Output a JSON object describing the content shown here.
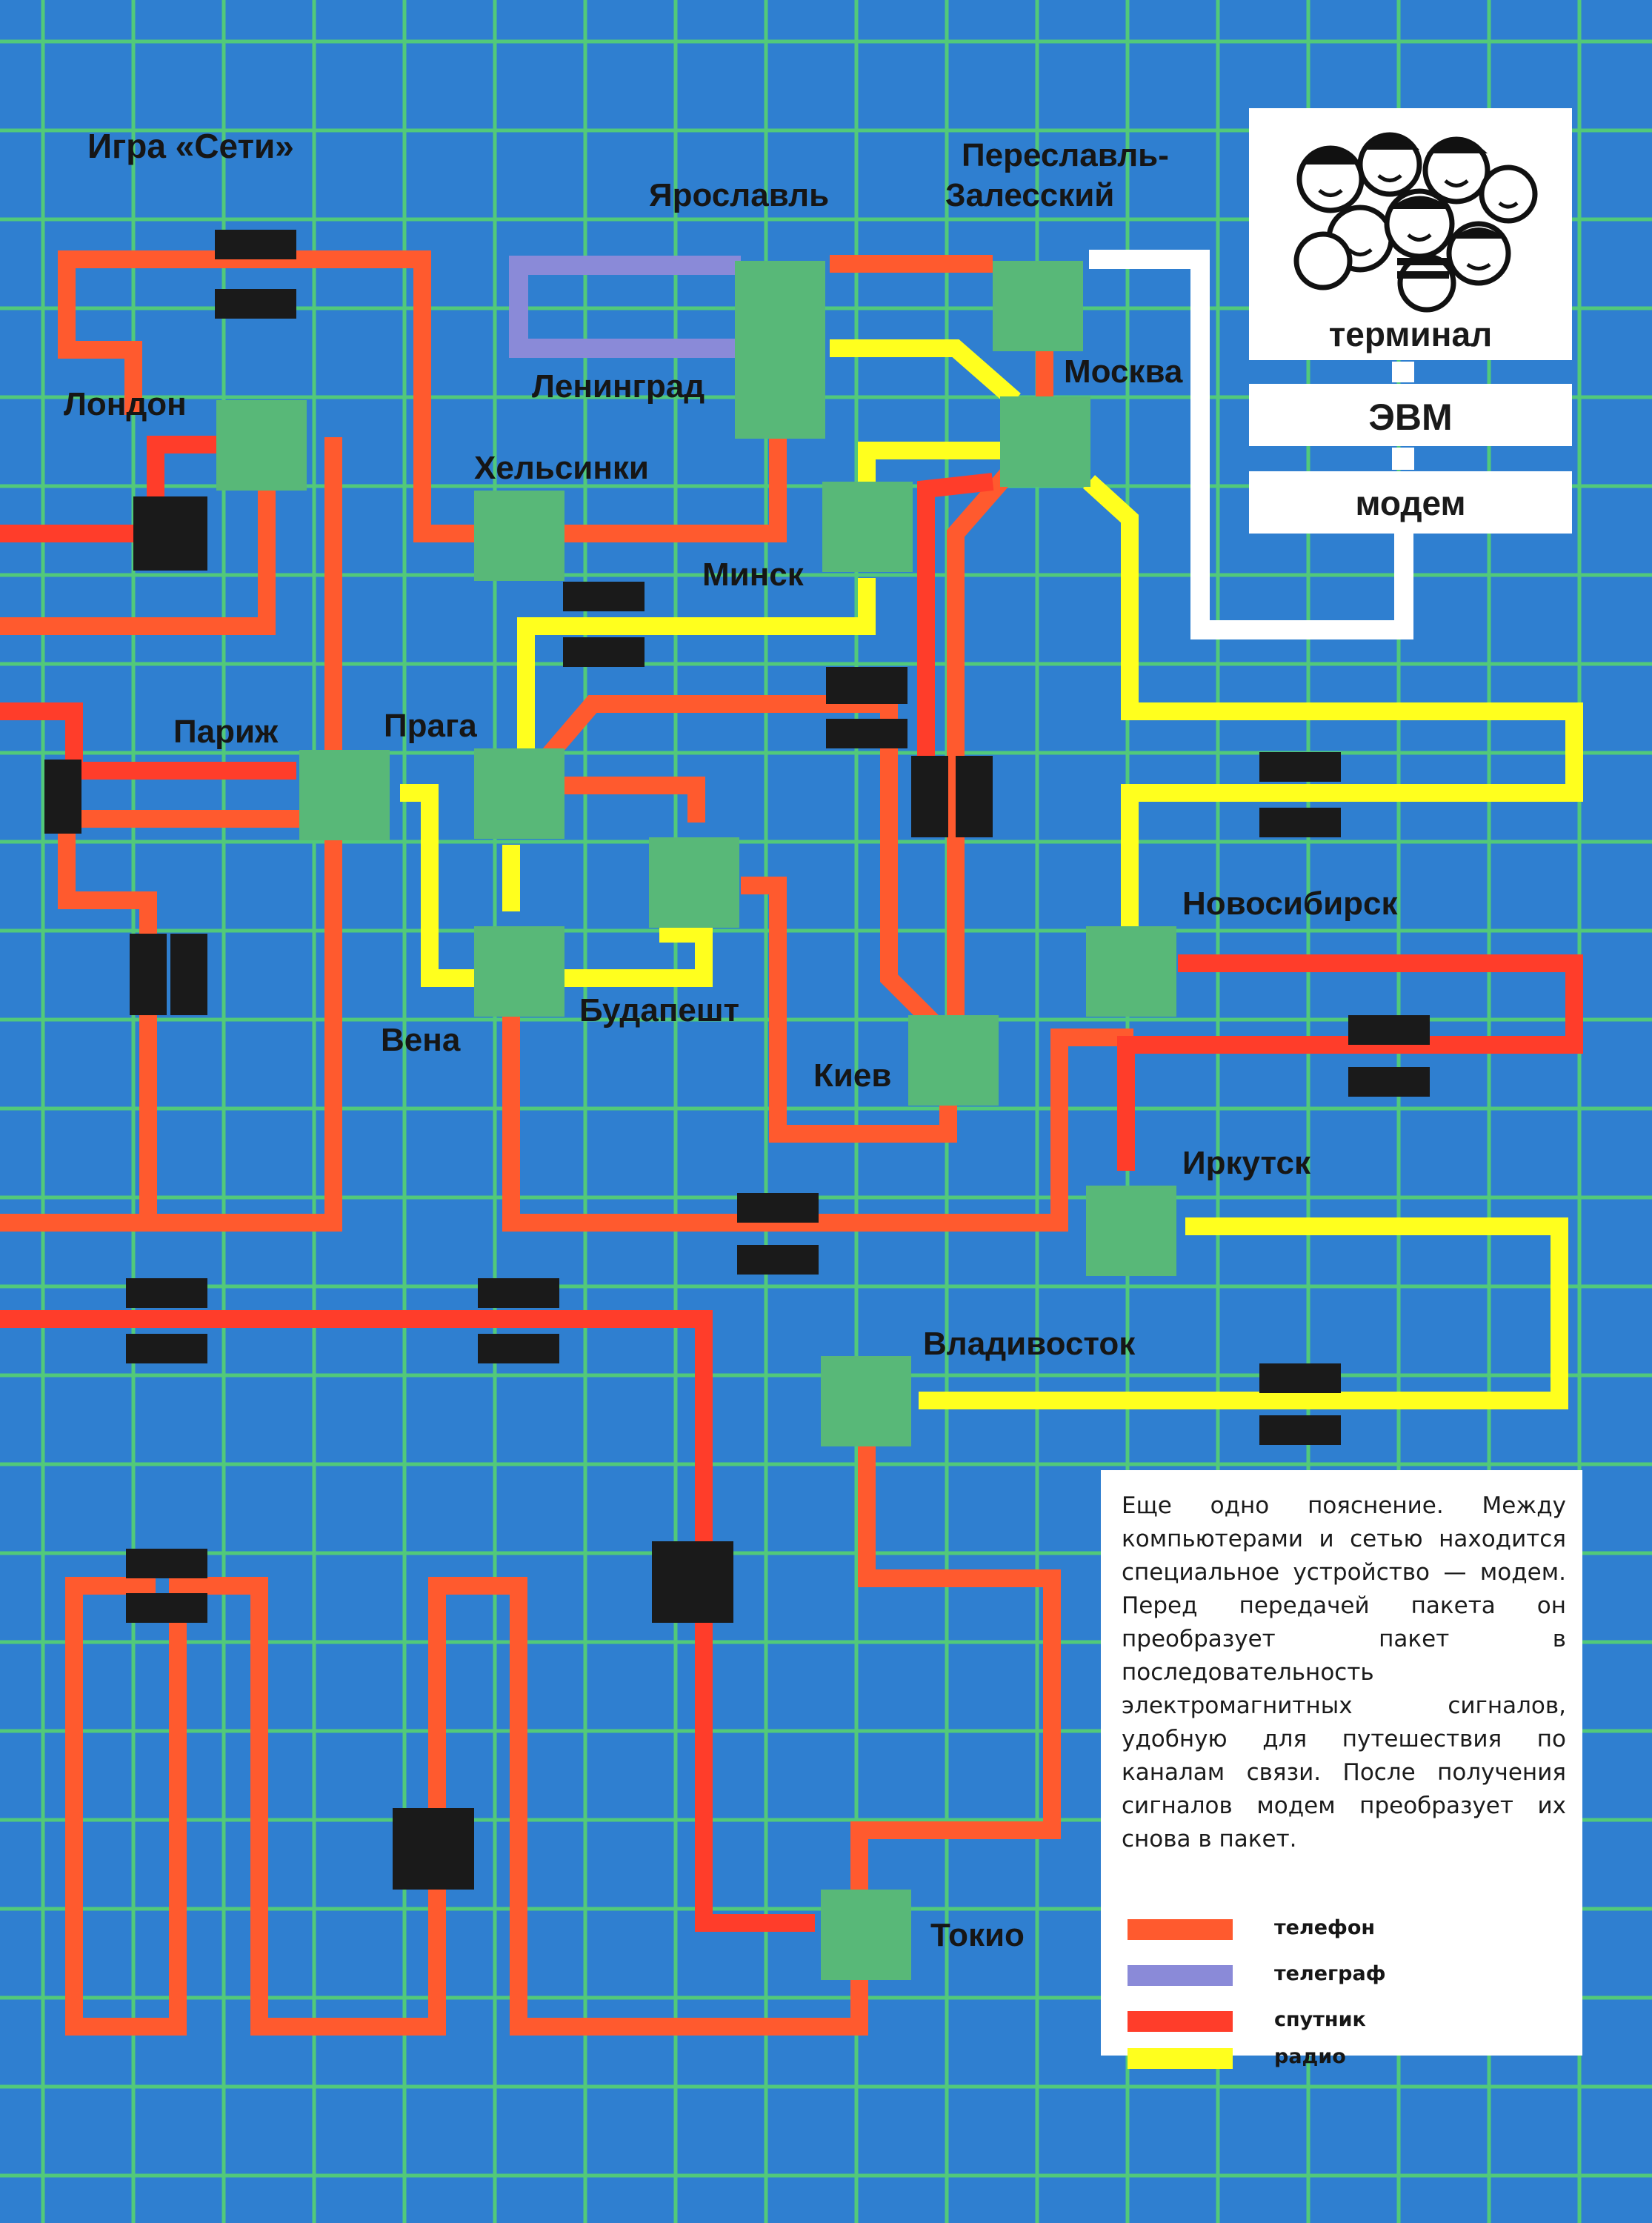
{
  "game": {
    "title": "Игра «Сети»"
  },
  "cities": [
    {
      "name": "Ярославль",
      "id": "yaroslavl"
    },
    {
      "name": "Переславль-",
      "id": "pereslavl-1"
    },
    {
      "name": "Залесский",
      "id": "pereslavl-2"
    },
    {
      "name": "Ленинград",
      "id": "leningrad"
    },
    {
      "name": "Москва",
      "id": "moskva"
    },
    {
      "name": "Лондон",
      "id": "london"
    },
    {
      "name": "Хельсинки",
      "id": "helsinki"
    },
    {
      "name": "Минск",
      "id": "minsk"
    },
    {
      "name": "Париж",
      "id": "parizh"
    },
    {
      "name": "Прага",
      "id": "praga"
    },
    {
      "name": "Новосибирск",
      "id": "novosibirsk"
    },
    {
      "name": "Будапешт",
      "id": "budapesht"
    },
    {
      "name": "Вена",
      "id": "vena"
    },
    {
      "name": "Киев",
      "id": "kiev"
    },
    {
      "name": "Иркутск",
      "id": "irkutsk"
    },
    {
      "name": "Владивосток",
      "id": "vladivostok"
    },
    {
      "name": "Токио",
      "id": "tokio"
    }
  ],
  "device_chain": {
    "terminal": "терминал",
    "computer": "ЭВМ",
    "modem": "модем"
  },
  "note": {
    "text": "Еще одно пояснение. Между компьютерами и сетью находится специальное устройство — модем. Перед передачей пакета он преобразует пакет в последовательность электромагнитных сигналов, удобную для путешествия по каналам связи. После получения сигналов модем преобразует их снова в пакет."
  },
  "legend": [
    {
      "label": "телефон",
      "color": "#ff5a2e"
    },
    {
      "label": "телеграф",
      "color": "#8a8ad8"
    },
    {
      "label": "спутник",
      "color": "#ff3d2a"
    },
    {
      "label": "радио",
      "color": "#ffff1e"
    }
  ],
  "colors": {
    "background": "#2f7fd0",
    "grid": "#52c97a",
    "node": "#58b878",
    "block": "#1a1a1a",
    "telephone": "#ff5a2e",
    "telegraph": "#8a8ad8",
    "satellite": "#ff3d2a",
    "radio": "#ffff1e",
    "modem_link": "#ffffff"
  }
}
